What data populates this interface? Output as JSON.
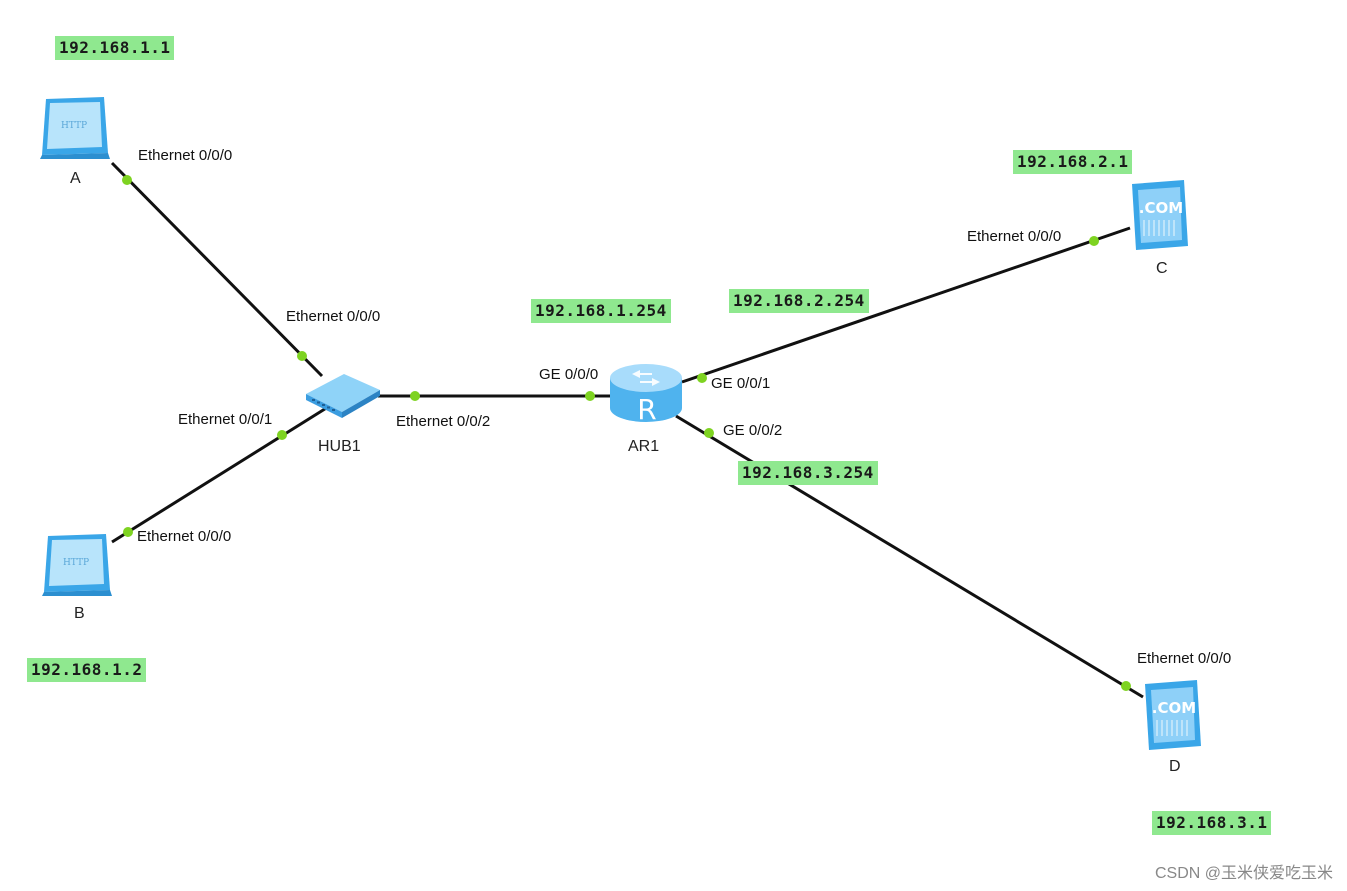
{
  "devices": {
    "A": {
      "label": "A",
      "ip": "192.168.1.1",
      "icon": "http-client-icon"
    },
    "B": {
      "label": "B",
      "ip": "192.168.1.2",
      "icon": "http-client-icon"
    },
    "HUB1": {
      "label": "HUB1",
      "icon": "hub-icon"
    },
    "AR1": {
      "label": "AR1",
      "icon": "router-icon",
      "ips": [
        "192.168.1.254",
        "192.168.2.254",
        "192.168.3.254"
      ]
    },
    "C": {
      "label": "C",
      "ip": "192.168.2.1",
      "icon": "com-server-icon",
      "icon_text": ".COM"
    },
    "D": {
      "label": "D",
      "ip": "192.168.3.1",
      "icon": "com-server-icon",
      "icon_text": ".COM"
    }
  },
  "ports": {
    "a_eth": "Ethernet 0/0/0",
    "hub_eth0": "Ethernet 0/0/0",
    "hub_eth1": "Ethernet 0/0/1",
    "hub_eth2": "Ethernet 0/0/2",
    "b_eth": "Ethernet 0/0/0",
    "ar_ge0": "GE 0/0/0",
    "ar_ge1": "GE 0/0/1",
    "ar_ge2": "GE 0/0/2",
    "c_eth": "Ethernet 0/0/0",
    "d_eth": "Ethernet 0/0/0"
  },
  "client_icon_text": "HTTP",
  "router_icon_text": "R",
  "watermark": "CSDN @玉米侠爱吃玉米",
  "colors": {
    "link": "#111111",
    "port_dot": "#7ed321",
    "ip_bg": "#8fe88f",
    "device_blue": "#5cbcf0"
  }
}
